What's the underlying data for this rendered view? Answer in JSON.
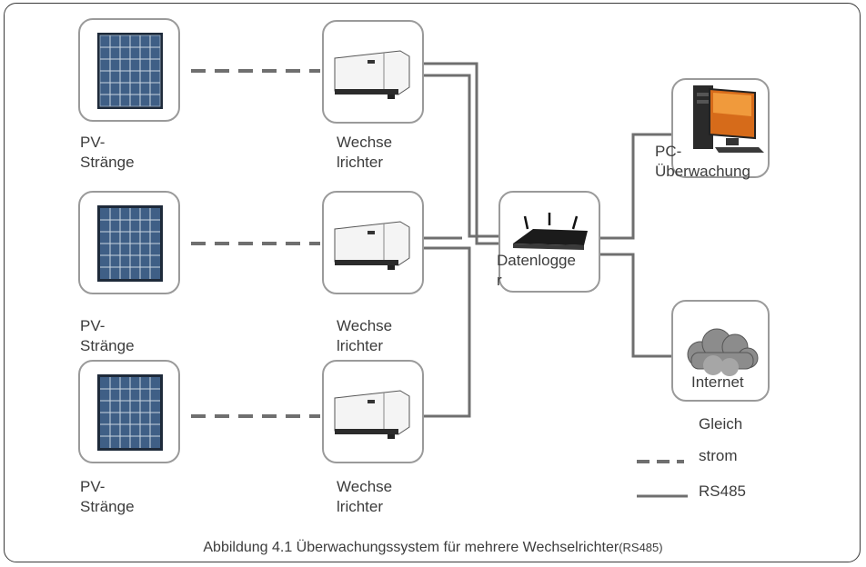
{
  "colors": {
    "wire": "#6f6f6f",
    "box_border": "#9a9a9a",
    "panel_blue": "#3f5f86",
    "text": "#3c3c3c"
  },
  "rows": [
    {
      "panel_label": "PV-\nStränge",
      "inverter_label": "Wechse\nlrichter"
    },
    {
      "panel_label": "PV-\nStränge",
      "inverter_label": "Wechse\nlrichter"
    },
    {
      "panel_label": "PV-\nStränge",
      "inverter_label": "Wechse\nlrichter"
    }
  ],
  "datalogger": {
    "label": "Datenlogge\nr",
    "icon": "router-icon"
  },
  "pc": {
    "label": "PC-\nÜberwachung",
    "icon": "desktop-computer-icon"
  },
  "internet": {
    "label": "Internet",
    "icon": "cloud-icon"
  },
  "legend": {
    "dc_label_line1": "Gleich",
    "dc_label_line2": "strom",
    "rs485_label": "RS485"
  },
  "caption": {
    "main": "Abbildung 4.1 Überwachungssystem für mehrere Wechselrichter",
    "suffix": "(RS485)"
  }
}
